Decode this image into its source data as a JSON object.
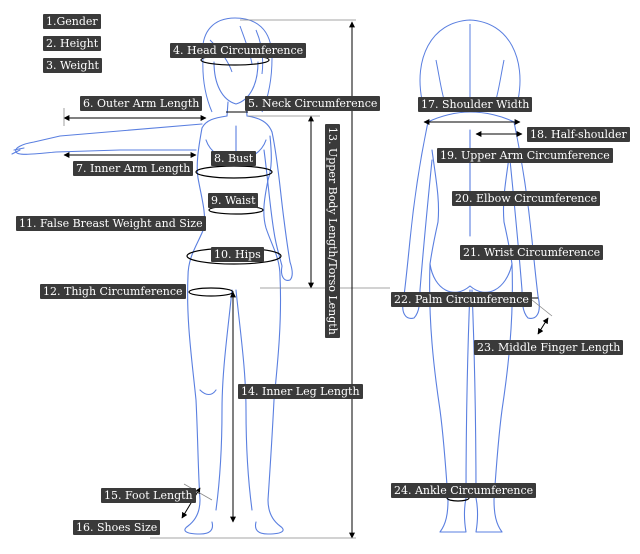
{
  "labels": {
    "gender": "1.Gender",
    "height": "2. Height",
    "weight": "3. Weight",
    "head": "4. Head Circumference",
    "neck": "5. Neck Circumference",
    "outer_arm": "6. Outer Arm Length",
    "inner_arm": "7. Inner Arm Length",
    "bust": "8. Bust",
    "waist": "9. Waist",
    "hips": "10. Hips",
    "false_breast": "11. False Breast Weight and Size",
    "thigh": "12. Thigh Circumference",
    "upper_body": "13. Upper Body Length/Torso Length",
    "inner_leg": "14. Inner Leg Length",
    "foot": "15. Foot Length",
    "shoes": "16. Shoes Size",
    "shoulder_width": "17. Shoulder Width",
    "half_shoulder": "18. Half-shoulder",
    "upper_arm": "19. Upper Arm Circumference",
    "elbow": "20. Elbow Circumference",
    "wrist": "21. Wrist Circumference",
    "palm": "22. Palm Circumference",
    "middle_finger": "23. Middle Finger Length",
    "ankle": "24. Ankle Circumference"
  },
  "colors": {
    "outline": "#5a7fe0",
    "label_bg": "#3a3a3a",
    "label_text": "#ffffff",
    "measure": "#000000"
  }
}
